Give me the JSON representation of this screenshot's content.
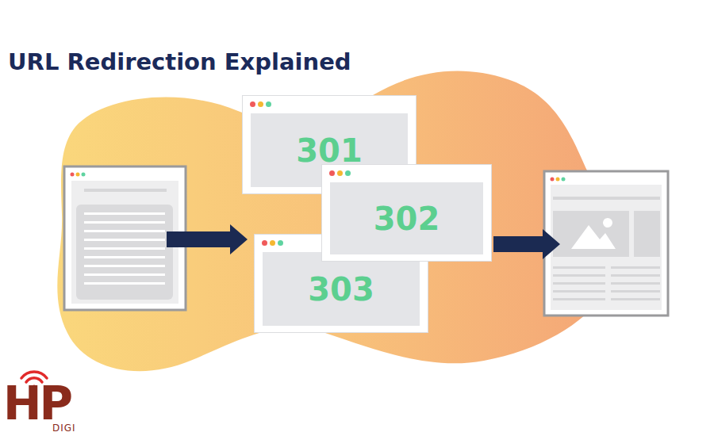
{
  "diagram": {
    "title": "URL Redirection Explained",
    "nodes": [
      {
        "text": [
          "301"
        ]
      },
      {
        "text": [
          "302"
        ]
      },
      {
        "text": [
          "303"
        ]
      }
    ],
    "labels": [
      "HP",
      "DIGI"
    ]
  }
}
